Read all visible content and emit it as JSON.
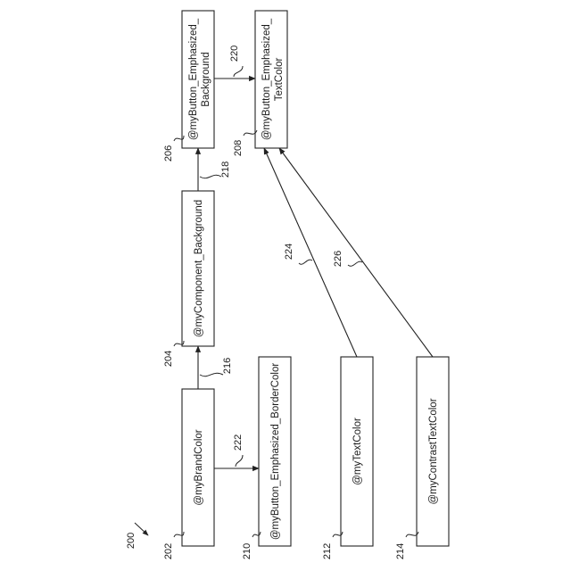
{
  "figure_ref": "200",
  "nodes": {
    "brand": {
      "label": "@myBrandColor",
      "ref": "202"
    },
    "component_bg": {
      "label": "@myComponent_Background",
      "ref": "204"
    },
    "btn_emph_bg": {
      "label_line1": "@myButton_Emphasized_",
      "label_line2": "Background",
      "ref": "206"
    },
    "btn_emph_text": {
      "label_line1": "@myButton_Emphasized_",
      "label_line2": "TextColor",
      "ref": "208"
    },
    "btn_emph_border": {
      "label": "@myButton_Emphasized_BorderColor",
      "ref": "210"
    },
    "text_color": {
      "label": "@myTextColor",
      "ref": "212"
    },
    "contrast_text": {
      "label": "@myContrastTextColor",
      "ref": "214"
    }
  },
  "edges": {
    "e216": {
      "ref": "216"
    },
    "e218": {
      "ref": "218"
    },
    "e220": {
      "ref": "220"
    },
    "e222": {
      "ref": "222"
    },
    "e224": {
      "ref": "224"
    },
    "e226": {
      "ref": "226"
    }
  }
}
